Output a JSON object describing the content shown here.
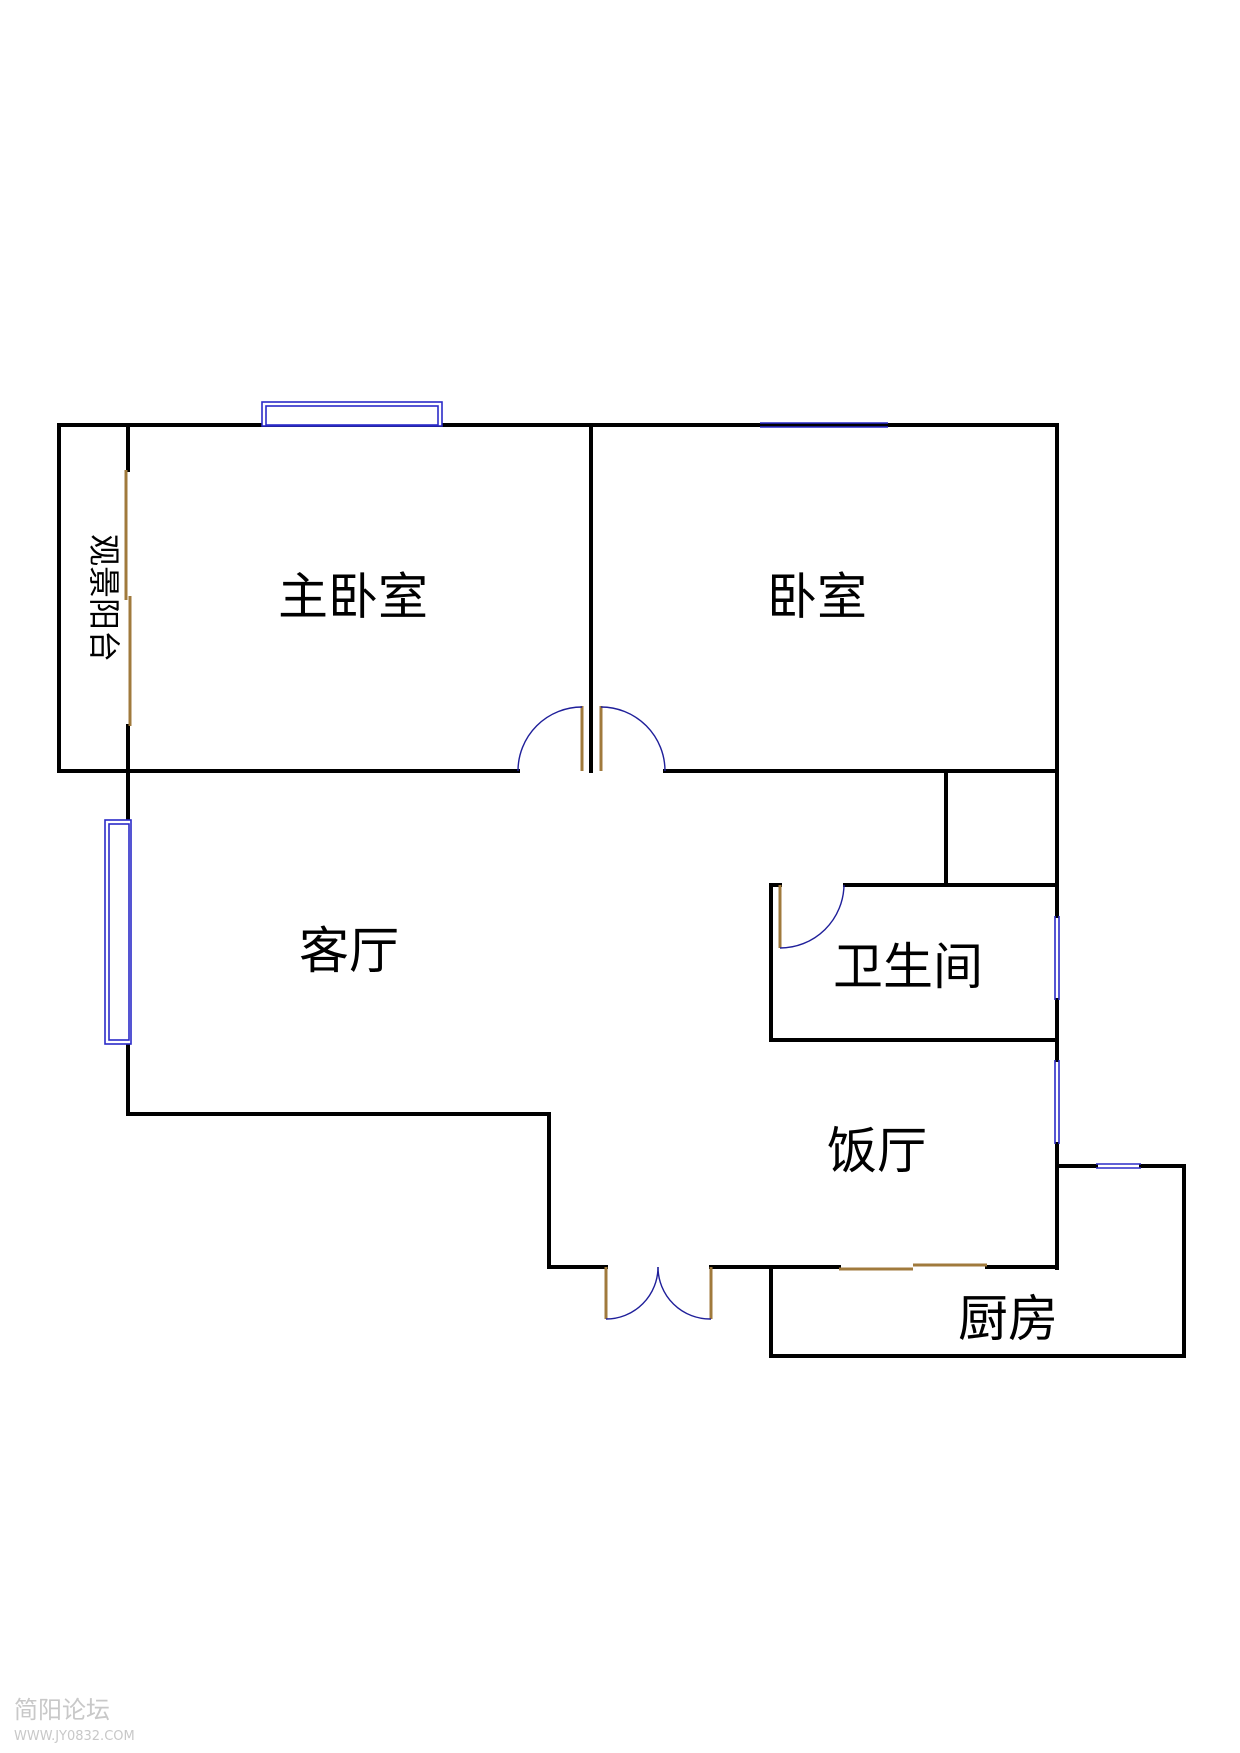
{
  "rooms": {
    "master_bedroom": "主卧室",
    "bedroom": "卧室",
    "viewing_balcony": "观景阳台",
    "living_room": "客厅",
    "bathroom": "卫生间",
    "dining_room": "饭厅",
    "kitchen": "厨房"
  },
  "watermark": {
    "site_name": "简阳论坛",
    "url": "WWW.JY0832.COM"
  },
  "colors": {
    "wall": "#000000",
    "window": "#2b2bc8",
    "door": "#a07a3c",
    "door_swing": "#1f1f9a"
  }
}
